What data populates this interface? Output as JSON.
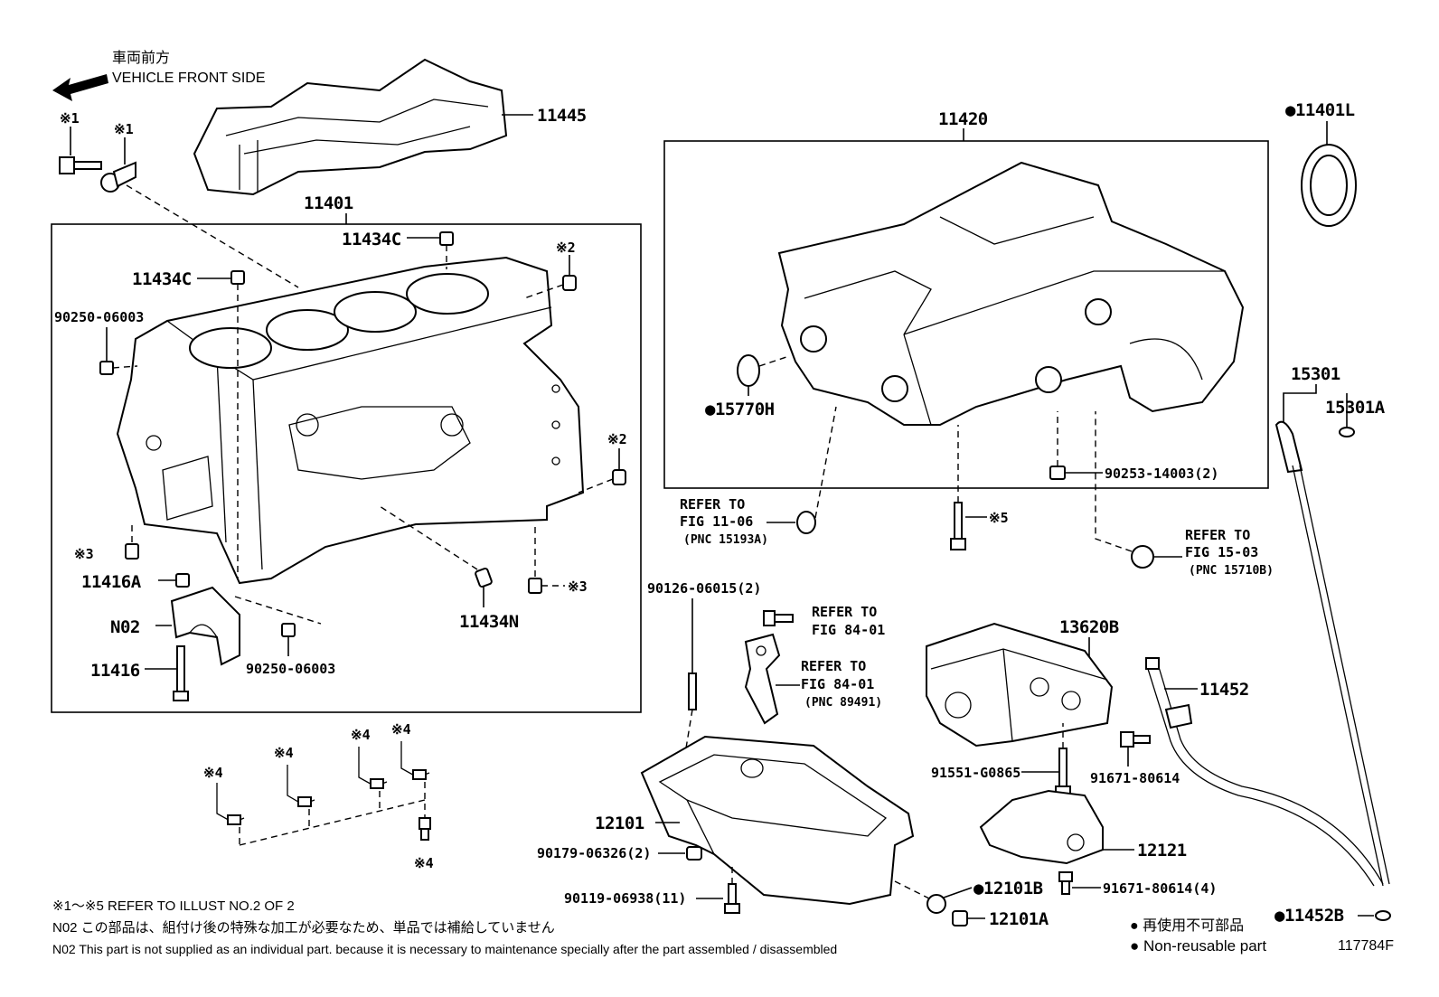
{
  "header": {
    "front_jp": "車両前方",
    "front_en": "VEHICLE FRONT SIDE"
  },
  "figure_id": "117784F",
  "callouts": {
    "c11445": "11445",
    "c11401": "11401",
    "c11420": "11420",
    "c11401L": "●11401L",
    "c11434C_a": "11434C",
    "c11434C_b": "11434C",
    "c90250_a": "90250-06003",
    "c90250_b": "90250-06003",
    "c11416A": "11416A",
    "cN02": "N02",
    "c11416": "11416",
    "c11434N": "11434N",
    "c15770H": "●15770H",
    "c90253": "90253-14003(2)",
    "c15301": "15301",
    "c15301A": "15301A",
    "c90126": "90126-06015(2)",
    "c13620B": "13620B",
    "c11452": "11452",
    "c91551": "91551-G0865",
    "c91671": "91671-80614",
    "c12101": "12101",
    "c12121": "12121",
    "c90179": "90179-06326(2)",
    "c90119": "90119-06938(11)",
    "c12101B": "●12101B",
    "c91671_4": "91671-80614(4)",
    "c12101A": "12101A",
    "c11452B": "●11452B"
  },
  "marks": {
    "m1a": "※1",
    "m1b": "※1",
    "m2a": "※2",
    "m2b": "※2",
    "m3a": "※3",
    "m3b": "※3",
    "m4a": "※4",
    "m4b": "※4",
    "m4c": "※4",
    "m4d": "※4",
    "m4e": "※4",
    "m5": "※5"
  },
  "refers": {
    "r1": {
      "l1": "REFER TO",
      "l2": "FIG 11-06",
      "l3": "(PNC 15193A)"
    },
    "r2": {
      "l1": "REFER TO",
      "l2": "FIG 15-03",
      "l3": "(PNC 15710B)"
    },
    "r3": {
      "l1": "REFER TO",
      "l2": "FIG 84-01"
    },
    "r4": {
      "l1": "REFER TO",
      "l2": "FIG 84-01",
      "l3": "(PNC 89491)"
    }
  },
  "notes": {
    "n1": "※1～※5 REFER TO ILLUST NO.2 OF 2",
    "n2": "N02 この部品は、組付け後の特殊な加工が必要なため、単品では補給していません",
    "n3": "N02 This part is not supplied as an individual part. because it is necessary to maintenance specially after the part assembled / disassembled"
  },
  "legend": {
    "jp": "● 再使用不可部品",
    "en": "● Non-reusable part"
  }
}
